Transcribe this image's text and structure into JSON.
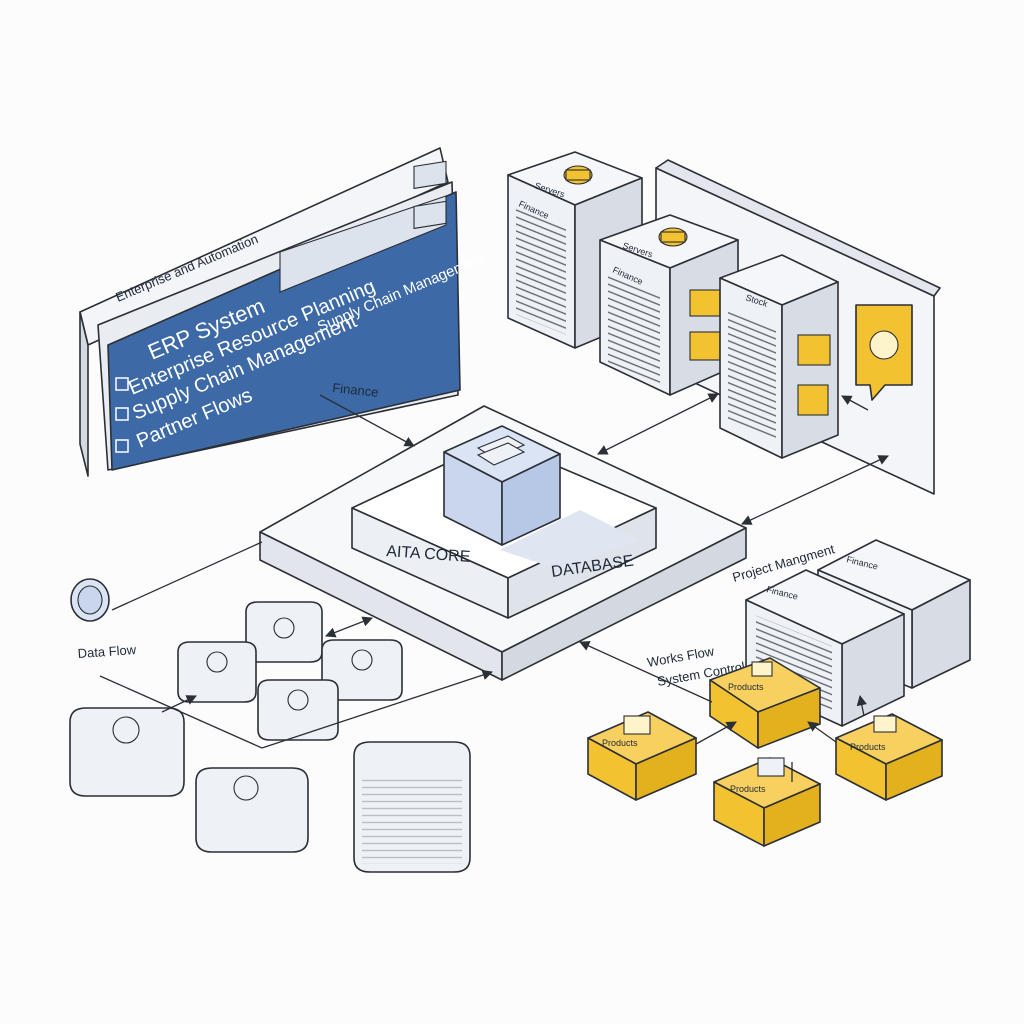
{
  "erp_panel": {
    "header": "Enterprise and Automation",
    "title": "ERP System",
    "items": [
      "Enterprise Resource Planning",
      "Supply Chain Management",
      "Partner Flows"
    ],
    "side_label": "Supply Chain Management"
  },
  "labels": {
    "finance": "Finance",
    "core_left": "AITA CORE",
    "core_right": "DATABASE",
    "data_flow": "Data Flow",
    "project_management": "Project Mangment",
    "work_flow_line1": "Works Flow",
    "work_flow_line2": "System Control"
  },
  "server_labels": [
    "Servers",
    "Finance",
    "Servers",
    "Finance",
    "Stock"
  ],
  "rack_labels": [
    "Finance",
    "Finance"
  ],
  "box_labels": [
    "Products",
    "Products",
    "Products",
    "Products"
  ],
  "colors": {
    "erp_blue": "#3d6aa7",
    "accent_yellow": "#f2c230",
    "core_cube": "#c9d6ee",
    "panel_gray": "#e9ecf1"
  }
}
